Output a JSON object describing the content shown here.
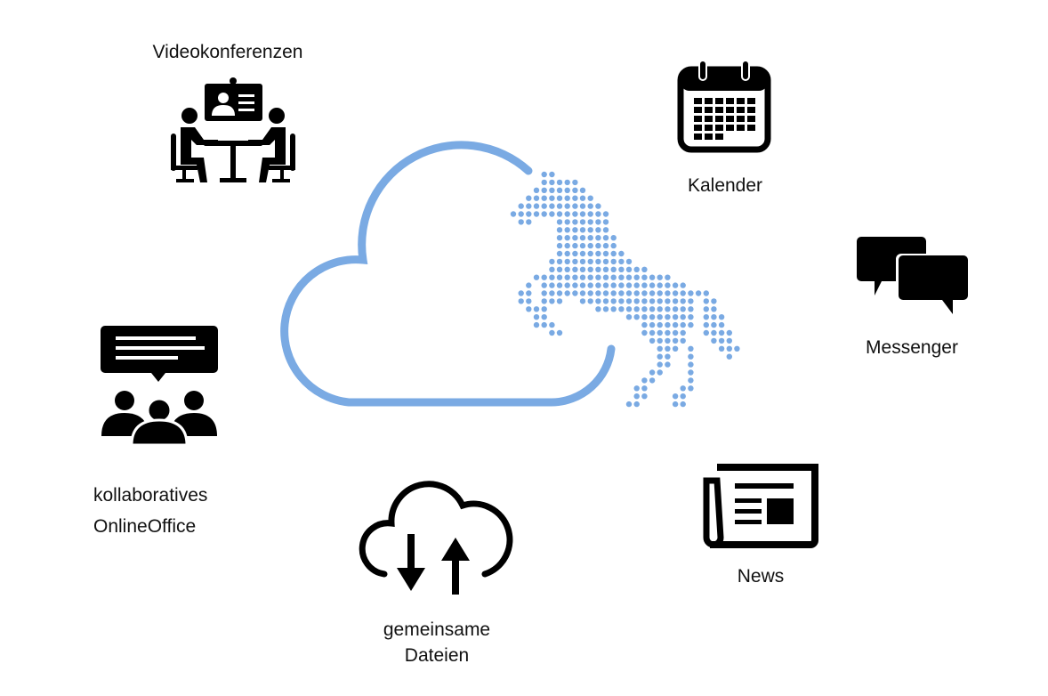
{
  "colors": {
    "cloud": "#7aaae3",
    "icon": "#000000"
  },
  "center": {
    "icons": [
      "cloud-outline",
      "horse-dot-matrix"
    ]
  },
  "services": [
    {
      "label": "Videokonferenzen",
      "icon": "video-conference-icon"
    },
    {
      "label": "Kalender",
      "icon": "calendar-icon"
    },
    {
      "label": "Messenger",
      "icon": "chat-bubbles-icon"
    },
    {
      "label": "News",
      "icon": "newspaper-icon"
    },
    {
      "label_line1": "gemeinsame",
      "label_line2": "Dateien",
      "icon": "cloud-sync-icon"
    },
    {
      "label_line1": "kollaboratives",
      "label_line2": "OnlineOffice",
      "icon": "team-chat-icon"
    }
  ]
}
